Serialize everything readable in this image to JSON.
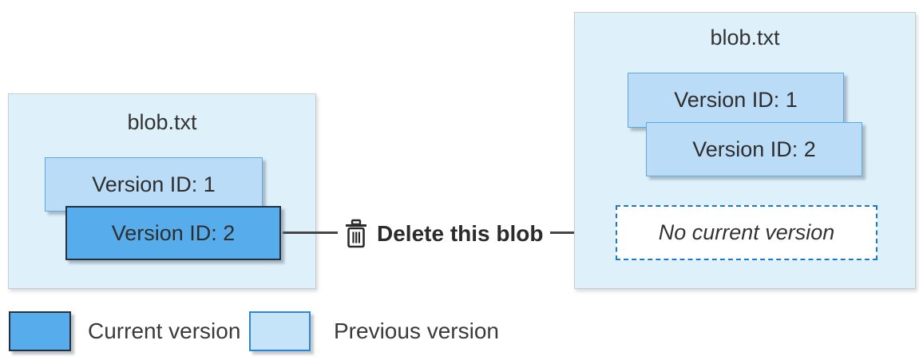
{
  "diagram": {
    "description": "Blob versioning diagram: deleting a blob promotes no version to current",
    "before": {
      "title": "blob.txt",
      "versions": [
        {
          "label": "Version ID: 1",
          "state": "previous"
        },
        {
          "label": "Version ID: 2",
          "state": "current"
        }
      ]
    },
    "action": {
      "icon": "trash-icon",
      "label": "Delete this blob"
    },
    "after": {
      "title": "blob.txt",
      "versions": [
        {
          "label": "Version ID: 1",
          "state": "previous"
        },
        {
          "label": "Version ID: 2",
          "state": "previous"
        }
      ],
      "placeholder": {
        "label": "No current version"
      }
    },
    "legend": [
      {
        "label": "Current version",
        "color": "#57adeb"
      },
      {
        "label": "Previous version",
        "color": "#c6e4f9"
      }
    ],
    "colors": {
      "container_fill": "#def0fa",
      "container_border": "#c7ccd1",
      "current_fill": "#57adeb",
      "current_border": "#243140",
      "previous_fill": "#bbdcf6",
      "previous_border": "#5ca9e6",
      "dashed_border": "#1879d2",
      "arrow": "#404040",
      "text": "#333333"
    }
  }
}
